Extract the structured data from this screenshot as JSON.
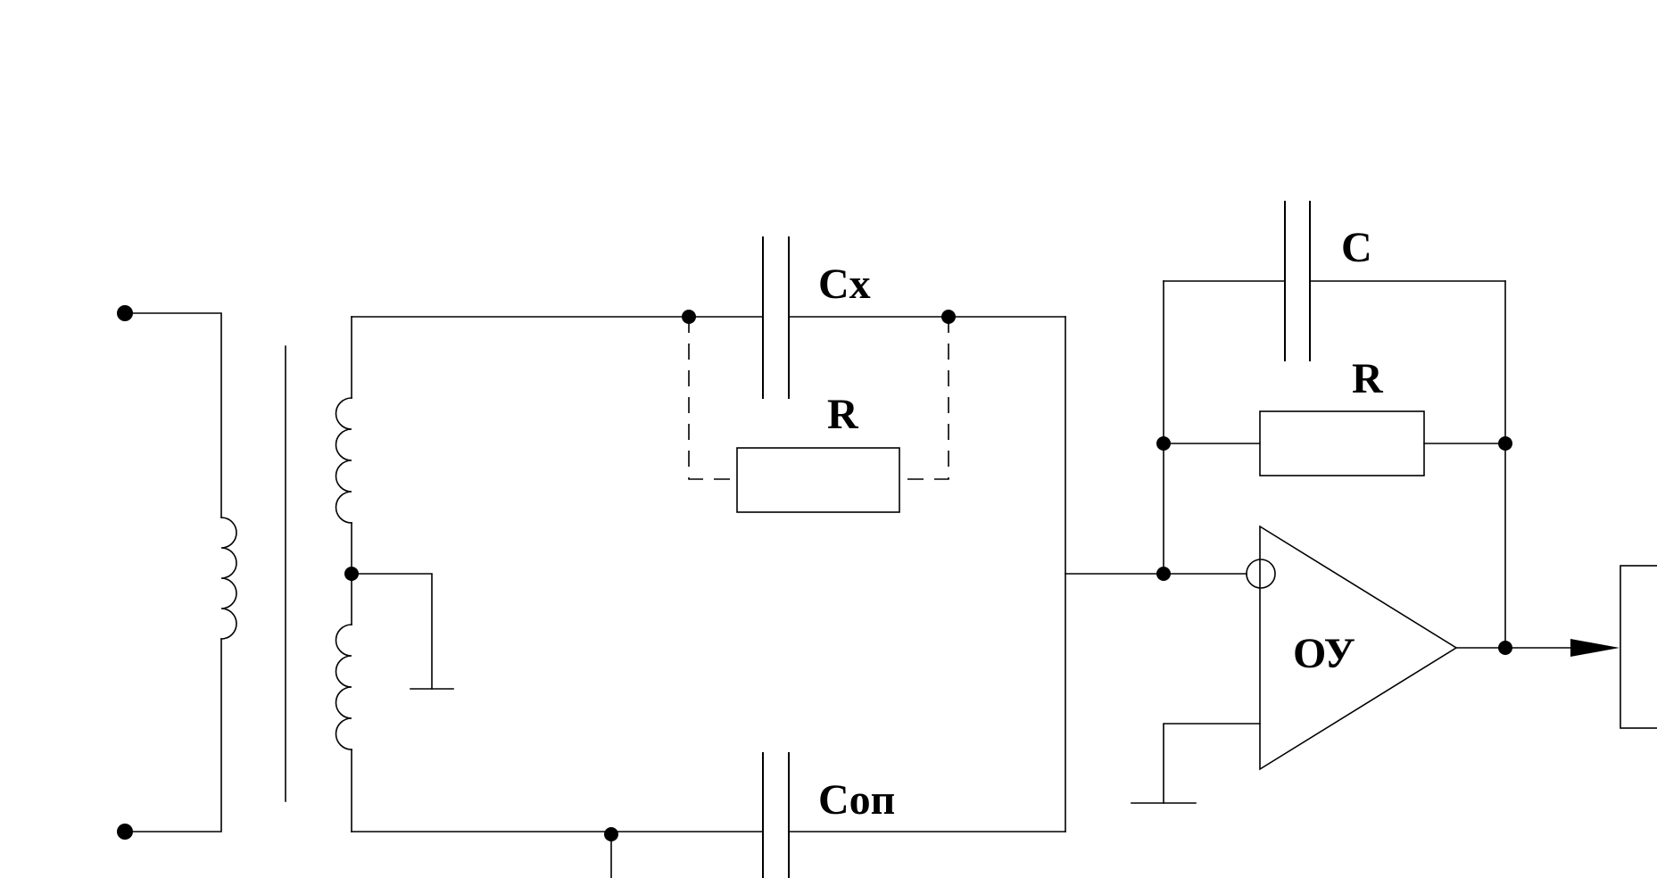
{
  "labels": {
    "cx": "Cx",
    "r_left": "R",
    "c_feedback": "C",
    "r_feedback": "R",
    "cop": "Coп",
    "opamp": "ОУ"
  }
}
